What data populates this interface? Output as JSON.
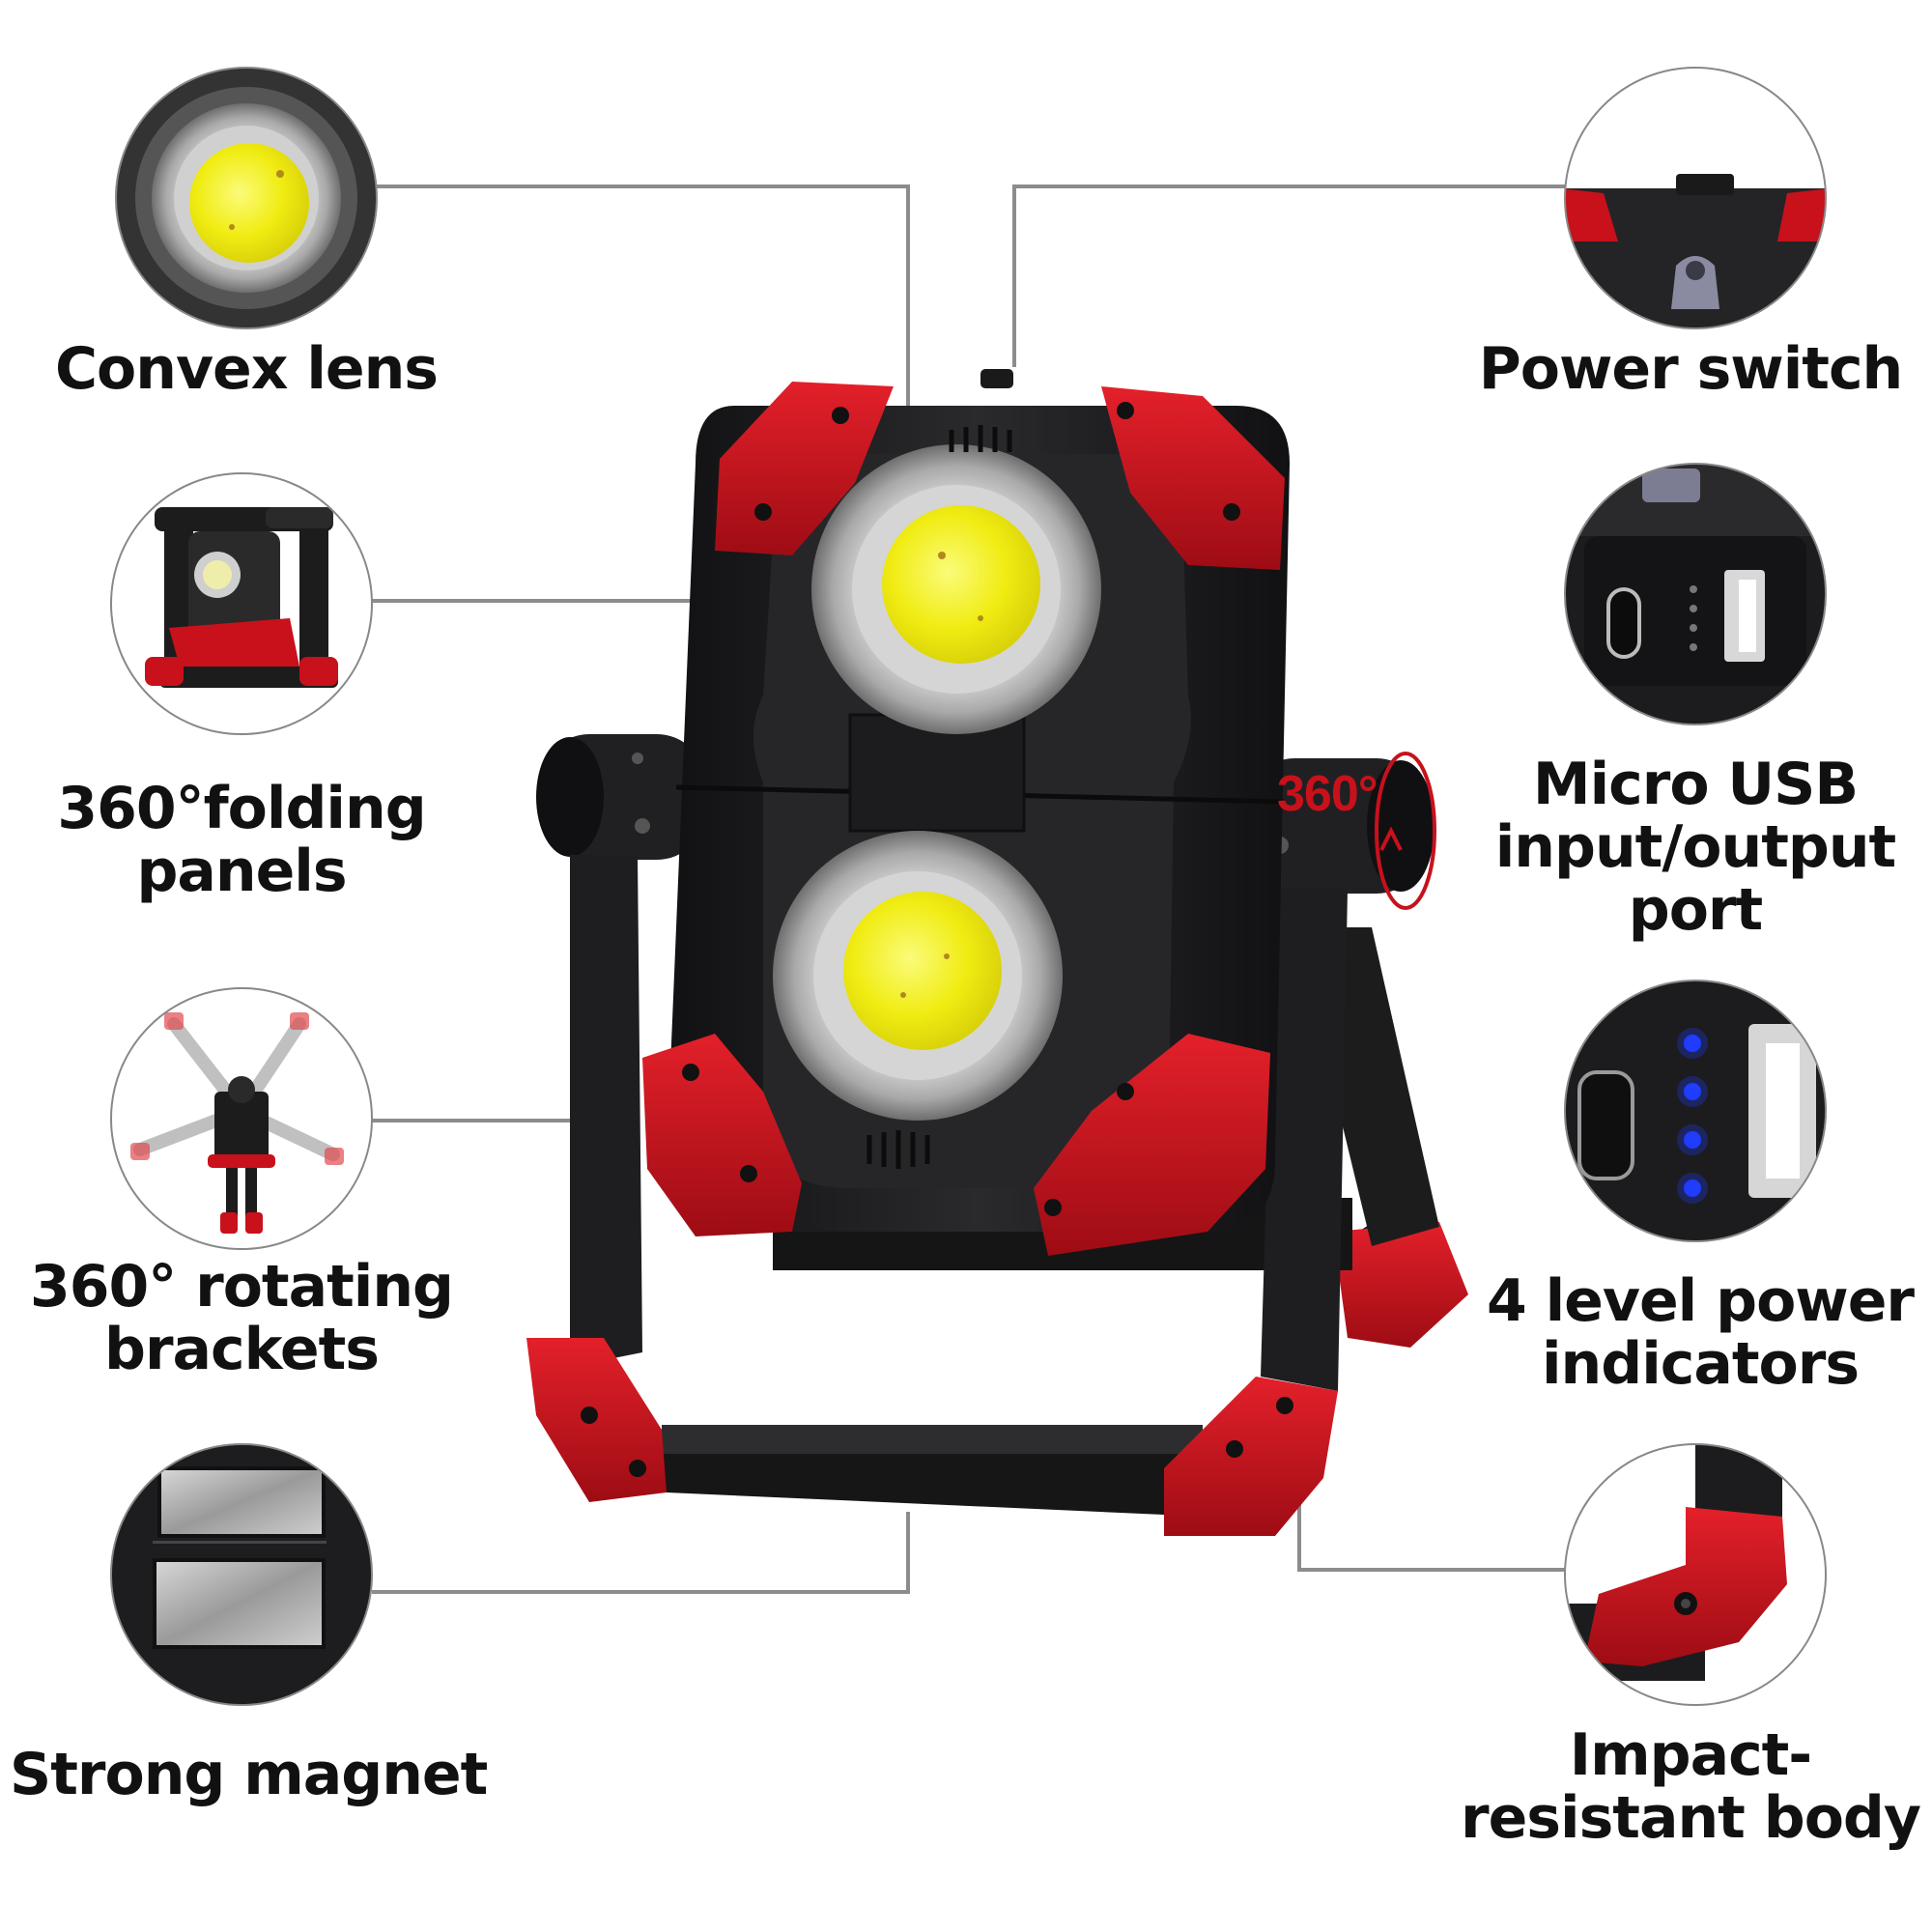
{
  "features": {
    "convex_lens": {
      "lines": [
        "Convex lens"
      ]
    },
    "folding_panels": {
      "lines": [
        "360°folding",
        "panels"
      ]
    },
    "rotating_brackets": {
      "lines": [
        "360° rotating",
        "brackets"
      ]
    },
    "strong_magnet": {
      "lines": [
        "Strong magnet"
      ]
    },
    "power_switch": {
      "lines": [
        "Power switch"
      ]
    },
    "usb_port": {
      "lines": [
        "Micro USB",
        "input/output",
        "port"
      ]
    },
    "power_indicators": {
      "lines": [
        "4 level power",
        "indicators"
      ]
    },
    "impact_body": {
      "lines": [
        "Impact-",
        "resistant body"
      ]
    }
  },
  "product": {
    "rotation_badge": "360°"
  },
  "power_indicator_levels": 4,
  "colors": {
    "body_black": "#1d1d1f",
    "accent_red": "#c8111b",
    "lens_yellow": "#f2ef1a",
    "lens_ring": "#b9b9b9",
    "indicator_blue": "#1f3cff",
    "leader_line": "#8c8c8c",
    "label_text": "#111111"
  }
}
